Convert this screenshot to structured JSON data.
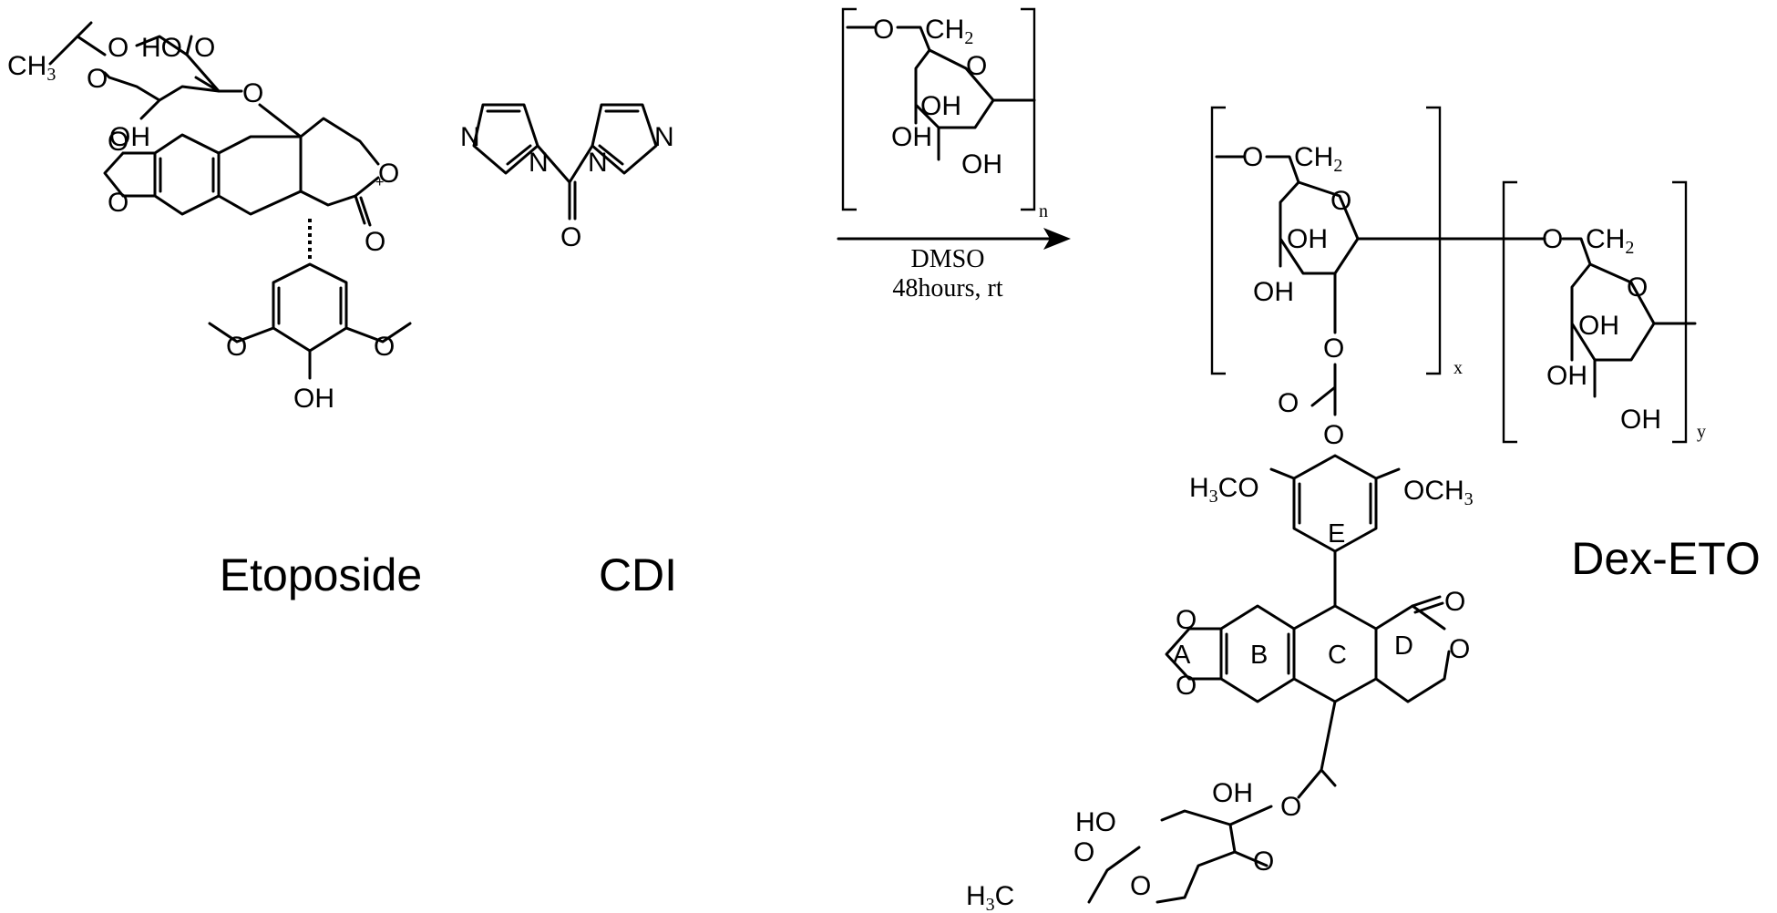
{
  "compounds": {
    "etoposide": "Etoposide",
    "cdi": "CDI",
    "product": "Dex-ETO"
  },
  "reaction": {
    "plus": "+",
    "solvent": "DMSO",
    "conditions": "48hours, rt"
  },
  "repeat_units": {
    "dextran": "n",
    "substituted": "x",
    "unsubstituted": "y"
  },
  "ring_labels": [
    "A",
    "B",
    "C",
    "D",
    "E"
  ]
}
